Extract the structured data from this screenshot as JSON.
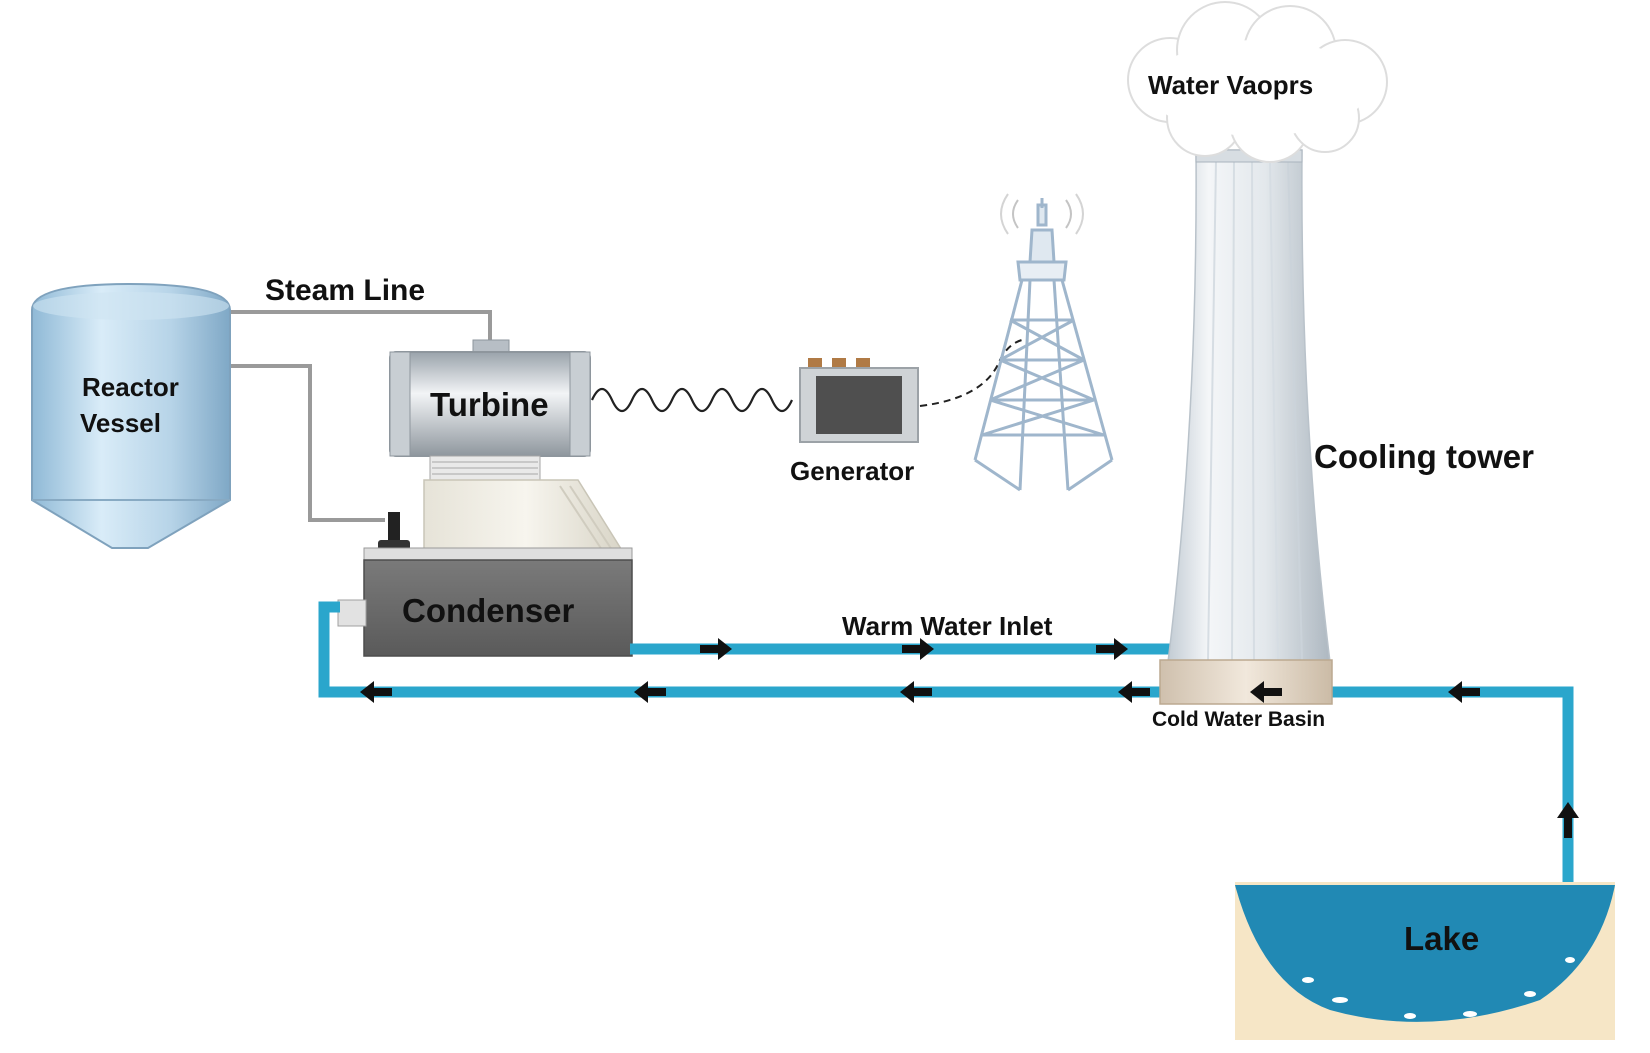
{
  "labels": {
    "steam_line": "Steam Line",
    "reactor_vessel_line1": "Reactor",
    "reactor_vessel_line2": "Vessel",
    "turbine": "Turbine",
    "generator": "Generator",
    "condenser": "Condenser",
    "warm_water_inlet": "Warm Water Inlet",
    "cold_water_basin": "Cold Water Basin",
    "cooling_tower": "Cooling tower",
    "water_vapors": "Water Vaoprs",
    "lake": "Lake"
  },
  "colors": {
    "water_pipe": "#2aa6cc",
    "steam_pipe": "#9a9a9a",
    "condenser_body": "#636363",
    "lake_water": "#2189b4",
    "lake_bank": "#f6e6c6",
    "basin": "#e9dccb",
    "arrow": "#111111"
  },
  "flow": {
    "warm_water_direction": "right",
    "cold_water_return_direction": "left",
    "lake_intake_direction": "up"
  }
}
